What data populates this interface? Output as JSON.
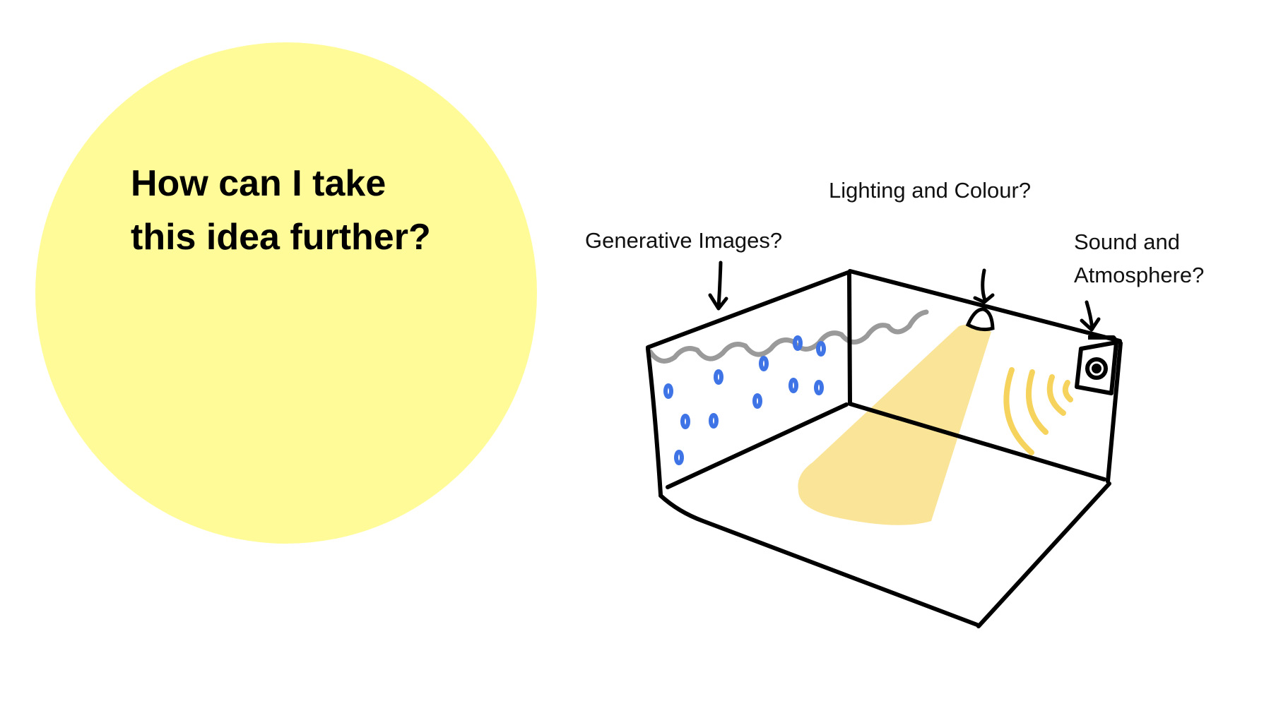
{
  "question": {
    "line1": "How can I take",
    "line2": "this idea further?"
  },
  "labels": {
    "generative_images": "Generative Images?",
    "lighting_colour": "Lighting and Colour?",
    "sound_line1": "Sound and",
    "sound_line2": "Atmosphere?"
  },
  "colors": {
    "circle": "#fffb98",
    "outline": "#000000",
    "raindrops": "#3f74e6",
    "wave_pattern": "#9a9a9a",
    "light_beam": "#f9e08a",
    "sound_waves": "#f6d35c"
  },
  "icons": [
    "arrow-down-icon",
    "ceiling-lamp-icon",
    "speaker-icon",
    "raindrop-icon",
    "sound-wave-icon"
  ]
}
